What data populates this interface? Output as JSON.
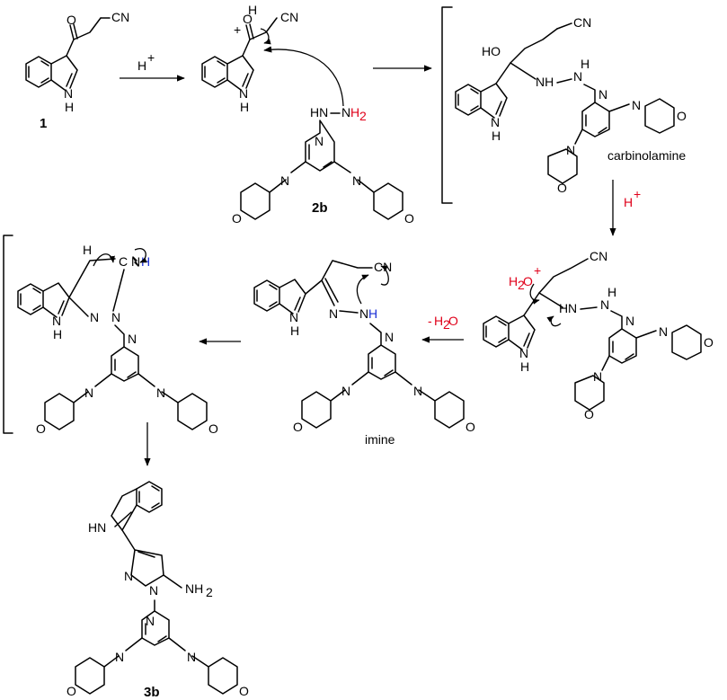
{
  "colors": {
    "red": "#e0001a",
    "blue": "#1a2fd6",
    "ink": "#000000"
  },
  "compounds": {
    "c1": {
      "label": "1",
      "nitrile": "CN",
      "nh": "N",
      "nh_h": "H",
      "o": "O"
    },
    "c2b": {
      "label": "2b",
      "hydrazine_nh": "HN",
      "hydrazine_n": "N",
      "h2": "H",
      "h2_sub": "2",
      "triazine_n": "N",
      "morpholine_n": "N",
      "morpholine_o": "O"
    },
    "protonated": {
      "plus": "+",
      "o": "O",
      "h": "H",
      "nitrile": "CN",
      "indole_n": "N",
      "indole_h": "H"
    },
    "carbinolamine": {
      "name": "carbinolamine",
      "ho": "HO",
      "nh": "NH",
      "h": "H",
      "n": "N",
      "nitrile": "CN",
      "indole_n": "N",
      "indole_h": "H",
      "o": "O"
    },
    "oxonium": {
      "h2o": "H",
      "h2o_sub": "2",
      "o": "O",
      "plus": "+",
      "nitrile": "CN",
      "h": "H",
      "n": "N",
      "indole_n": "N",
      "indole_h": "H",
      "o_morph": "O"
    },
    "imine": {
      "name": "imine",
      "n": "N",
      "h": "H",
      "nitrile": "CN",
      "indole_n": "N",
      "indole_h": "H",
      "o": "O"
    },
    "cyclized": {
      "h": "H",
      "c": "C",
      "n": "N",
      "nh_h": "H",
      "indole_n": "N",
      "indole_h": "H",
      "o": "O"
    },
    "c3b": {
      "label": "3b",
      "hn": "HN",
      "n": "N",
      "nh2": "NH",
      "nh2_sub": "2",
      "o": "O"
    }
  },
  "reagents": {
    "step1": {
      "h": "H",
      "plus": "+"
    },
    "step3": {
      "h": "H",
      "plus": "+"
    },
    "step4": {
      "minus": "-",
      "h": "H",
      "sub": "2",
      "o": "O"
    }
  },
  "icons": [
    "reaction-arrow-icon",
    "curved-electron-arrow-icon",
    "bracket-icon"
  ]
}
